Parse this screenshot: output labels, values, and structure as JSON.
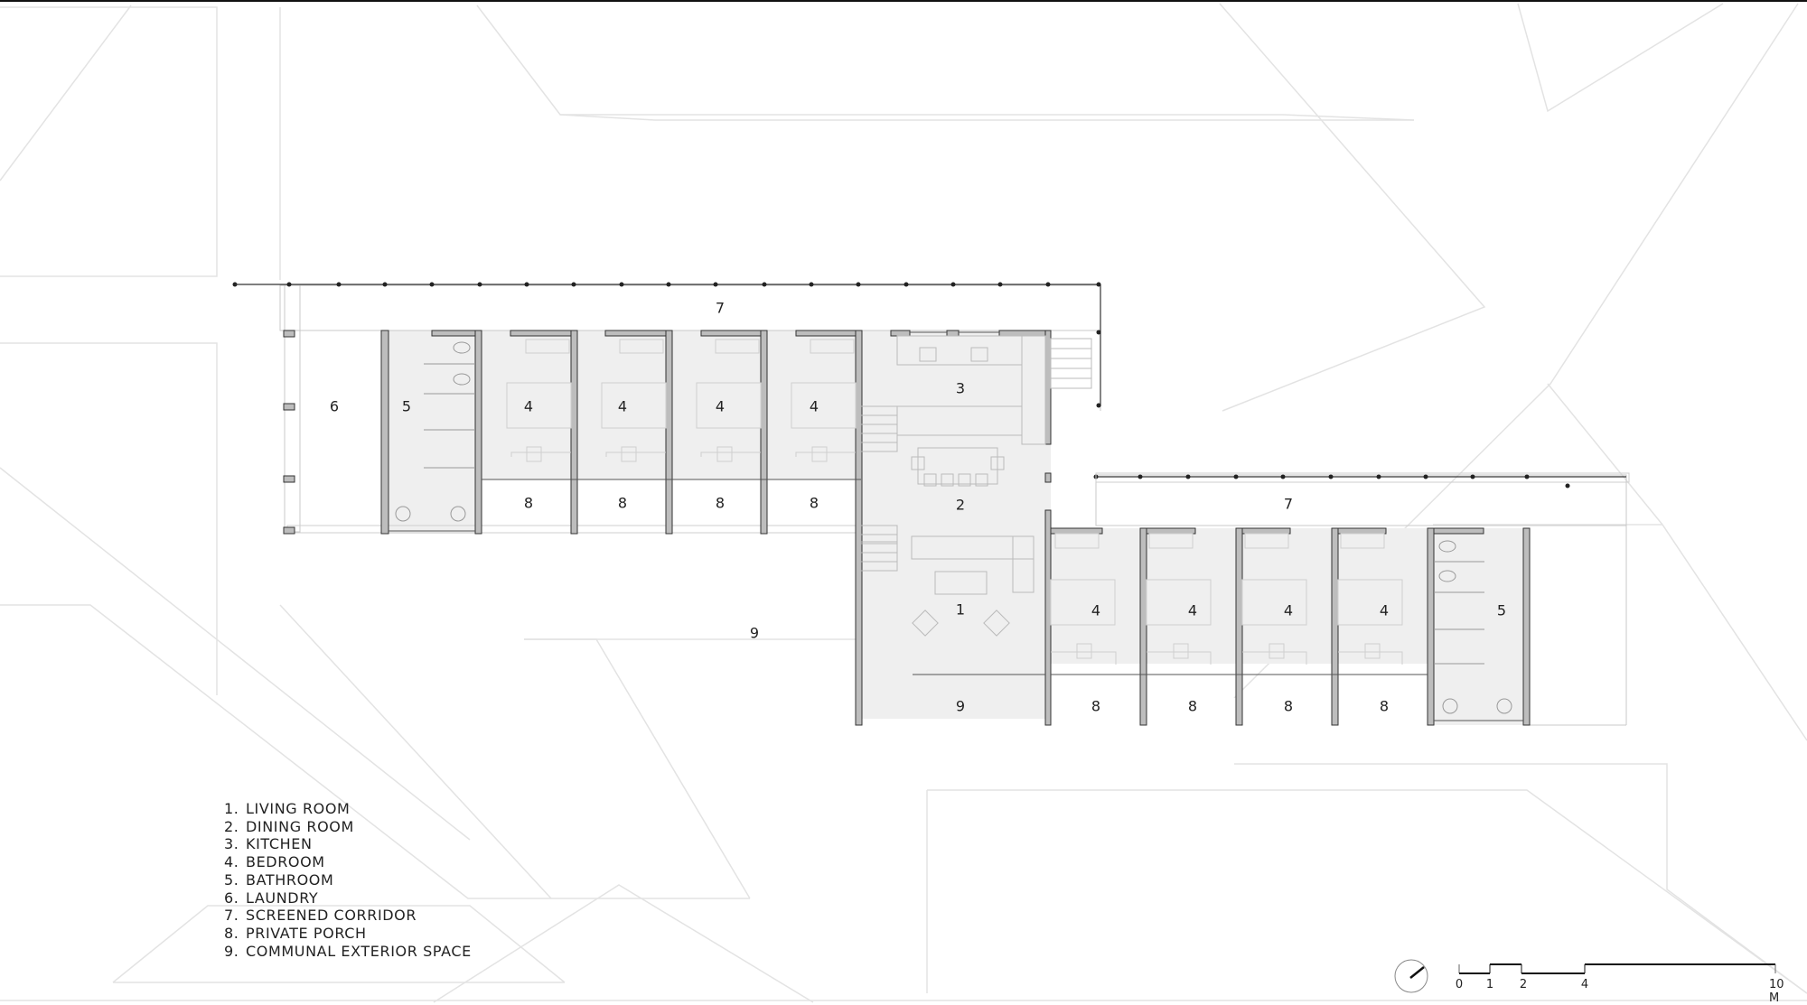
{
  "drawing": {
    "type": "architectural floor plan",
    "room_labels": {
      "corridor_top": "7",
      "corridor_right": "7",
      "laundry": "6",
      "bath_left": "5",
      "bath_right": "5",
      "kitchen": "3",
      "dining": "2",
      "living": "1",
      "exterior_left": "9",
      "exterior_bottom": "9",
      "bed_top": [
        "4",
        "4",
        "4",
        "4"
      ],
      "porch_top": [
        "8",
        "8",
        "8",
        "8"
      ],
      "bed_bottom": [
        "4",
        "4",
        "4",
        "4"
      ],
      "porch_bottom": [
        "8",
        "8",
        "8",
        "8"
      ]
    }
  },
  "legend": {
    "items": [
      {
        "num": "1.",
        "label": "LIVING ROOM"
      },
      {
        "num": "2.",
        "label": "DINING ROOM"
      },
      {
        "num": "3.",
        "label": "KITCHEN"
      },
      {
        "num": "4.",
        "label": "BEDROOM"
      },
      {
        "num": "5.",
        "label": "BATHROOM"
      },
      {
        "num": "6.",
        "label": "LAUNDRY"
      },
      {
        "num": "7.",
        "label": "SCREENED CORRIDOR"
      },
      {
        "num": "8.",
        "label": "PRIVATE PORCH"
      },
      {
        "num": "9.",
        "label": "COMMUNAL EXTERIOR SPACE"
      }
    ]
  },
  "scale_bar": {
    "ticks": [
      "0",
      "1",
      "2",
      "4",
      "10 M"
    ],
    "unit": "M"
  },
  "north_arrow": {
    "icon": "north-arrow-icon"
  },
  "colors": {
    "wall_fill": "#bdbdbd",
    "wall_stroke": "#333333",
    "interior_fill": "#efefef",
    "site_line": "#e2e2e2",
    "furniture_line": "#cfcfcf"
  }
}
